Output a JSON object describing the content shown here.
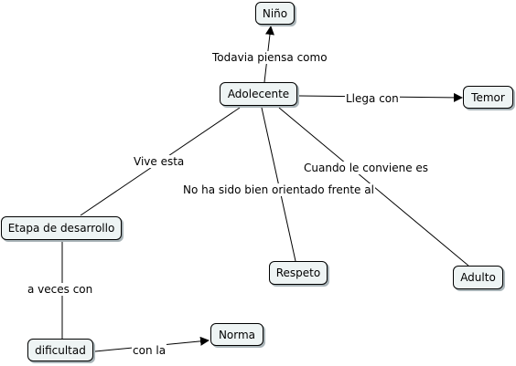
{
  "nodes": {
    "nino": "Niño",
    "adolecente": "Adolecente",
    "temor": "Temor",
    "etapa": "Etapa de desarrollo",
    "respeto": "Respeto",
    "adulto": "Adulto",
    "dificultad": "dificultad",
    "norma": "Norma"
  },
  "links": {
    "todavia": "Todavia piensa como",
    "llega": "Llega con",
    "vive": "Vive esta",
    "cuando": "Cuando le conviene es",
    "no_ha_sido": "No ha sido bien orientado frente al",
    "a_veces": "a veces con",
    "con_la": "con la"
  }
}
